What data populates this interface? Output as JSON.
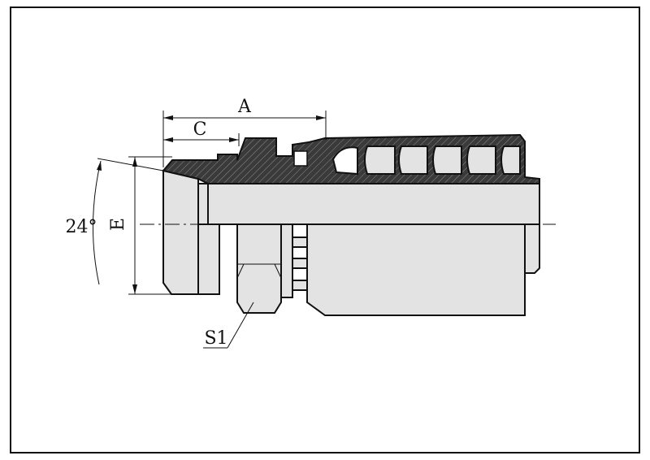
{
  "labels": {
    "dim_a": "A",
    "dim_c": "C",
    "dim_e": "E",
    "angle": "24°",
    "hex_size": "S1"
  },
  "colors": {
    "line": "#111111",
    "fill": "#e3e3e3",
    "section": "#3a3a3a",
    "background": "#ffffff"
  }
}
